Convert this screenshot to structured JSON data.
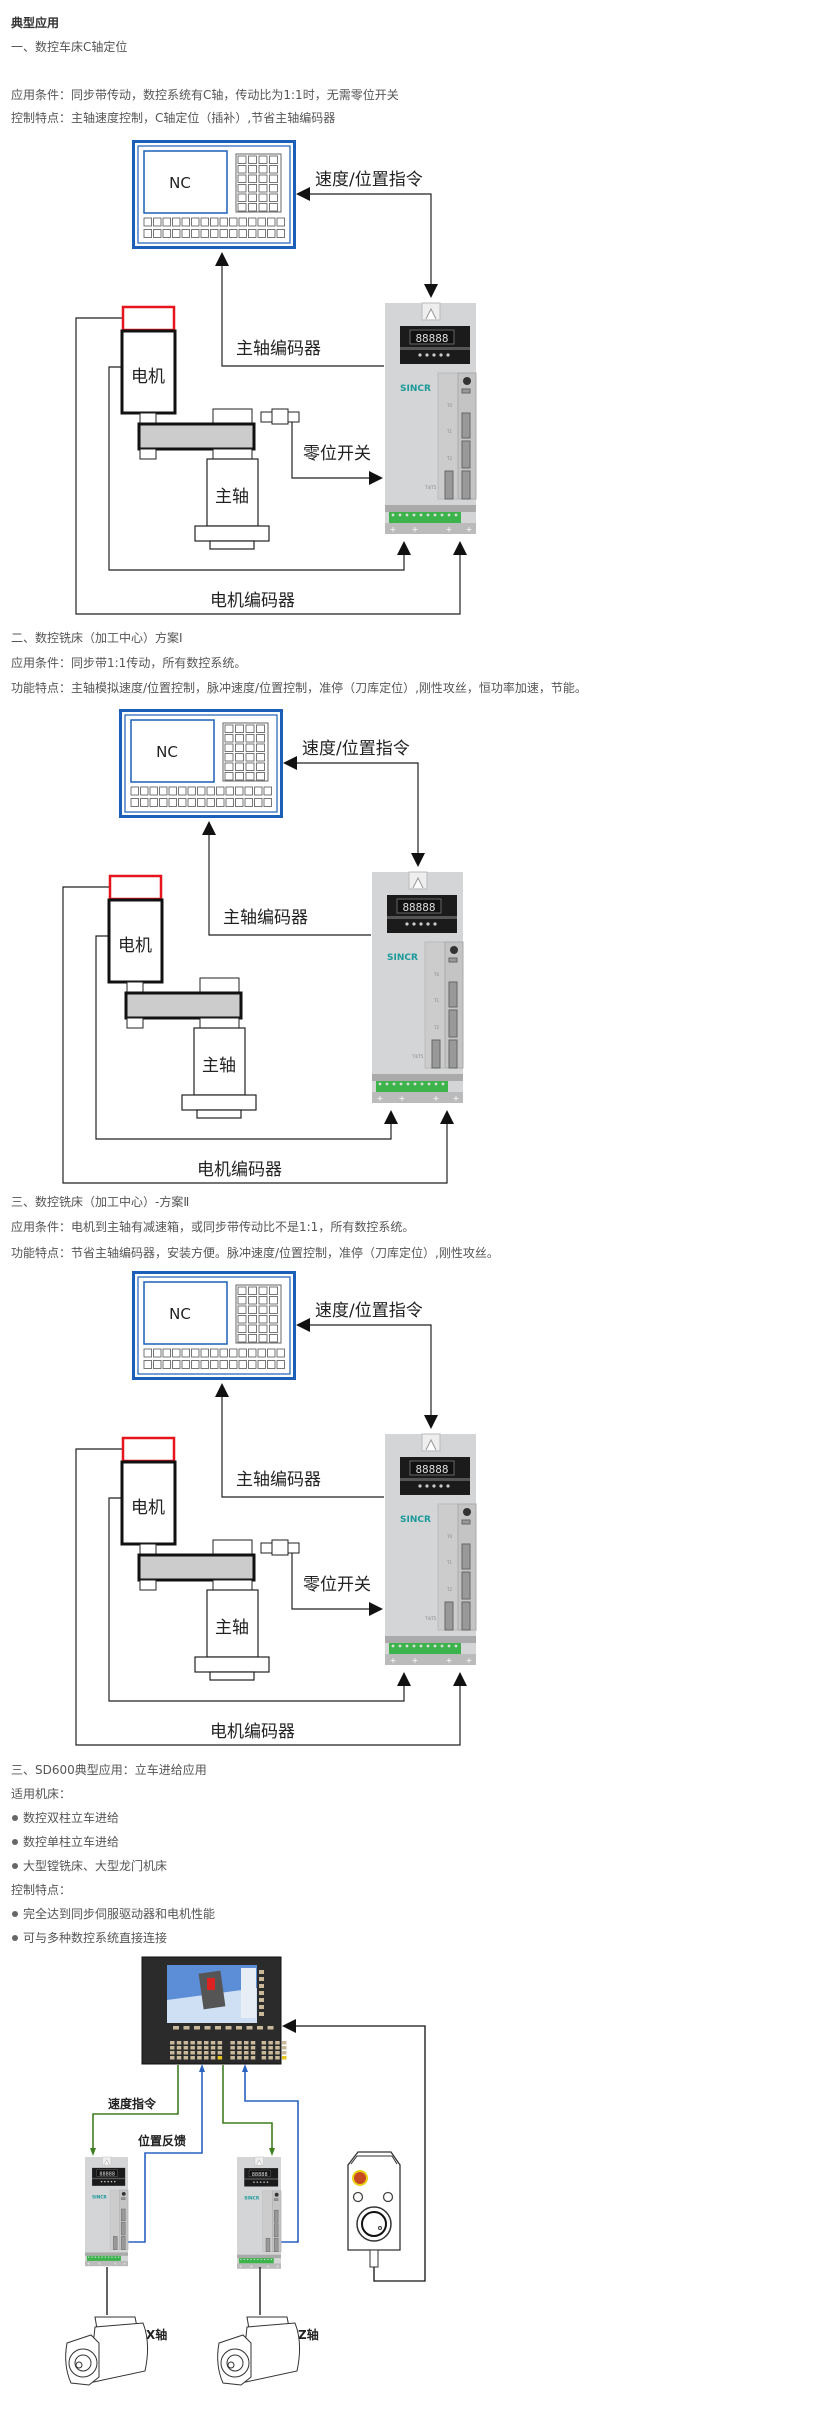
{
  "heading": "典型应用",
  "section1": {
    "title": "一、数控车床C轴定位",
    "condition": "应用条件：同步带传动，数控系统有C轴，传动比为1:1时，无需零位开关",
    "feature": "控制特点：主轴速度控制，C轴定位（插补）,节省主轴编码器"
  },
  "section2": {
    "title": "二、数控铣床（加工中心）方案Ⅰ",
    "condition": "应用条件：同步带1:1传动，所有数控系统。",
    "feature": "功能特点：主轴模拟速度/位置控制，脉冲速度/位置控制，准停（刀库定位）,刚性攻丝，恒功率加速，节能。"
  },
  "section3": {
    "title": "三、数控铣床（加工中心）-方案Ⅱ",
    "condition": "应用条件：电机到主轴有减速箱，或同步带传动比不是1:1，所有数控系统。",
    "feature": "功能特点：节省主轴编码器，安装方便。脉冲速度/位置控制，准停（刀库定位）,刚性攻丝。"
  },
  "section4": {
    "title": "三、SD600典型应用：立车进给应用",
    "machines_label": "适用机床：",
    "machines": [
      "数控双柱立车进给",
      "数控单柱立车进给",
      "大型镗铣床、大型龙门机床"
    ],
    "features_label": "控制特点：",
    "features": [
      "完全达到同步伺服驱动器和电机性能",
      "可与多种数控系统直接连接"
    ]
  },
  "diagrams": [
    {
      "nc": "NC",
      "speed_pos_cmd": "速度/位置指令",
      "spindle_encoder": "主轴编码器",
      "motor": "电机",
      "spindle": "主轴",
      "zero_switch": "零位开关",
      "motor_encoder": "电机编码器",
      "drive_brand": "SINCR",
      "drive_display": "88888",
      "ports": [
        "T0",
        "T1",
        "T2",
        "T4/T5"
      ]
    },
    {
      "nc": "NC",
      "speed_pos_cmd": "速度/位置指令",
      "spindle_encoder": "主轴编码器",
      "motor": "电机",
      "spindle": "主轴",
      "motor_encoder": "电机编码器",
      "drive_brand": "SINCR",
      "drive_display": "88888",
      "ports": [
        "T0",
        "T1",
        "T2",
        "T4/T5"
      ]
    },
    {
      "nc": "NC",
      "speed_pos_cmd": "速度/位置指令",
      "spindle_encoder": "主轴编码器",
      "motor": "电机",
      "spindle": "主轴",
      "zero_switch": "零位开关",
      "motor_encoder": "电机编码器",
      "drive_brand": "SINCR",
      "drive_display": "88888",
      "ports": [
        "T0",
        "T1",
        "T2",
        "T4/T5"
      ]
    }
  ],
  "feed_diagram": {
    "speed_cmd": "速度指令",
    "position_feedback": "位置反馈",
    "x_axis": "X轴",
    "z_axis": "Z轴",
    "drive_brand": "SINCR",
    "drive_display": "88888",
    "colors": {
      "speed_line": "#3f7f1f",
      "feedback_line": "#2a62c0",
      "nc_blue": "#1c5fb8",
      "brand_teal": "#1a9a9a"
    }
  }
}
